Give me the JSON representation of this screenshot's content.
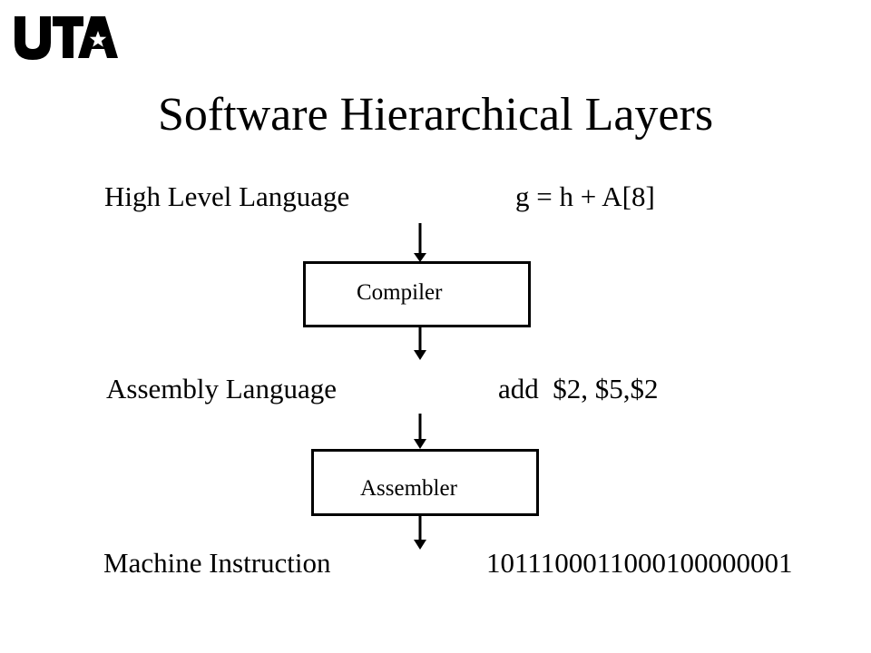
{
  "logo": {
    "text": "UTA"
  },
  "title": "Software Hierarchical Layers",
  "layers": [
    {
      "label": "High Level Language",
      "example": "g = h + A[8]"
    },
    {
      "label": "Assembly Language",
      "example": "add  $2, $5,$2"
    },
    {
      "label": "Machine Instruction",
      "example": "1011100011000100000001"
    }
  ],
  "translators": [
    {
      "label": "Compiler"
    },
    {
      "label": "Assembler"
    }
  ]
}
